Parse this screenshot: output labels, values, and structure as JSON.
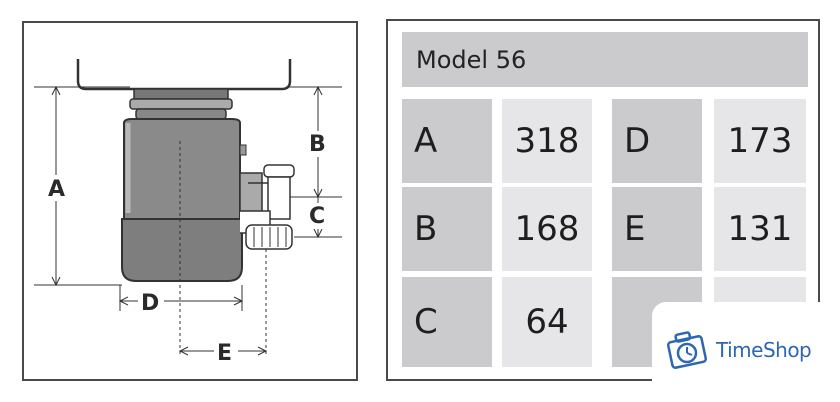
{
  "diagram": {
    "dimension_labels": {
      "A": "A",
      "B": "B",
      "C": "C",
      "D": "D",
      "E": "E"
    }
  },
  "table": {
    "model_title": "Model 56",
    "rows": [
      {
        "left_label": "A",
        "left_value": "318",
        "right_label": "D",
        "right_value": "173"
      },
      {
        "left_label": "B",
        "left_value": "168",
        "right_label": "E",
        "right_value": "131"
      },
      {
        "left_label": "C",
        "left_value": "64",
        "right_label": "",
        "right_value": ""
      }
    ]
  },
  "logo": {
    "text": "TimeShop",
    "icon": "suitcase-clock-icon",
    "color": "#2d66b3"
  },
  "colors": {
    "cell_dark": "#cbcbcd",
    "cell_light": "#e6e6e8",
    "border": "#4a4a4a",
    "unit_body": "#8a8a8a"
  }
}
